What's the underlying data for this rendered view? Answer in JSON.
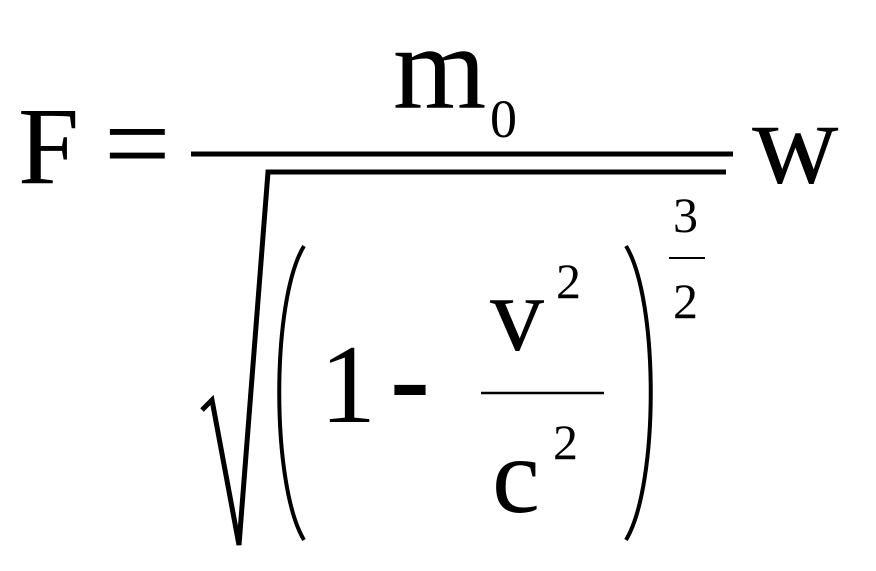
{
  "formula": {
    "lhs": "F",
    "equals": "=",
    "numerator": {
      "base": "m",
      "subscript": "0"
    },
    "denominator": {
      "one": "1",
      "minus": "-",
      "inner_fraction": {
        "numerator_base": "v",
        "numerator_exponent": "2",
        "denominator_base": "c",
        "denominator_exponent": "2"
      },
      "exponent": {
        "numerator": "3",
        "denominator": "2"
      }
    },
    "rhs": "w"
  }
}
